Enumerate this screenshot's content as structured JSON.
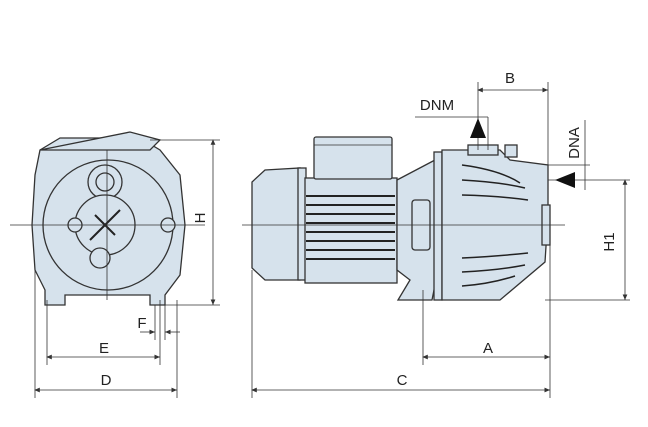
{
  "colors": {
    "body": "#d6e2ec",
    "line": "#333333"
  },
  "labels": {
    "A": "A",
    "B": "B",
    "C": "C",
    "D": "D",
    "E": "E",
    "F": "F",
    "H": "H",
    "H1": "H1",
    "DNM": "DNM",
    "DNA": "DNA"
  }
}
